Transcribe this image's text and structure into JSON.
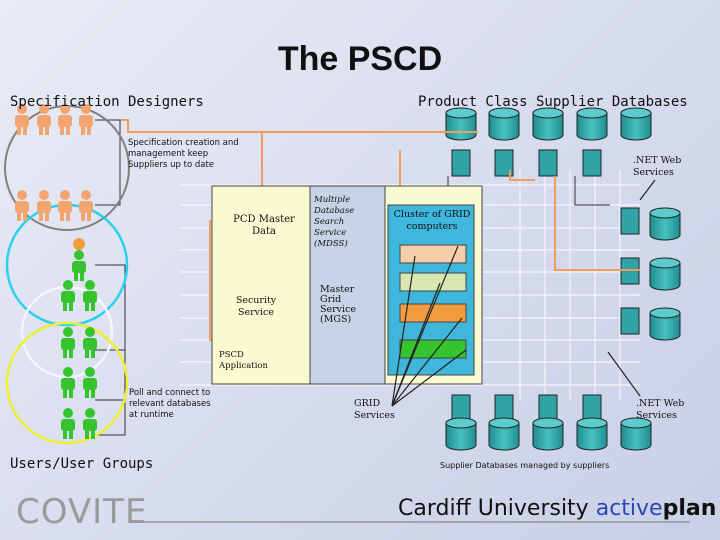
{
  "slide": {
    "title": "The PSCD",
    "left_header": "Specification Designers",
    "right_header": "Product Class Supplier Databases",
    "spec_note": "Specification creation and management keep Suppliers up to date",
    "net_top": ".NET Web Services",
    "net_bottom": ".NET Web Services",
    "pcd": "PCD Master Data",
    "security": "Security Service",
    "mdss": "Multiple Database Search Service (MDSS)",
    "cluster": "Cluster of GRID computers",
    "mgs": "Master Grid Service (MGS)",
    "pscd_app": "PSCD Application",
    "poll_note": "Poll and connect to relevant databases at runtime",
    "grid_services": "GRID Services",
    "users": "Users/User Groups",
    "supplier_note": "Supplier Databases managed by suppliers",
    "covite": "COVITE",
    "cardiff": "Cardiff University",
    "active": "active",
    "plan": "plan"
  },
  "colors": {
    "db_fill": "#2fa3a5",
    "app_fill": "#fafad2",
    "mdss_fill": "#c7d4e8",
    "cluster_fill": "#3fb6dc",
    "orange": "#f39c5e",
    "green": "#36c42e"
  }
}
